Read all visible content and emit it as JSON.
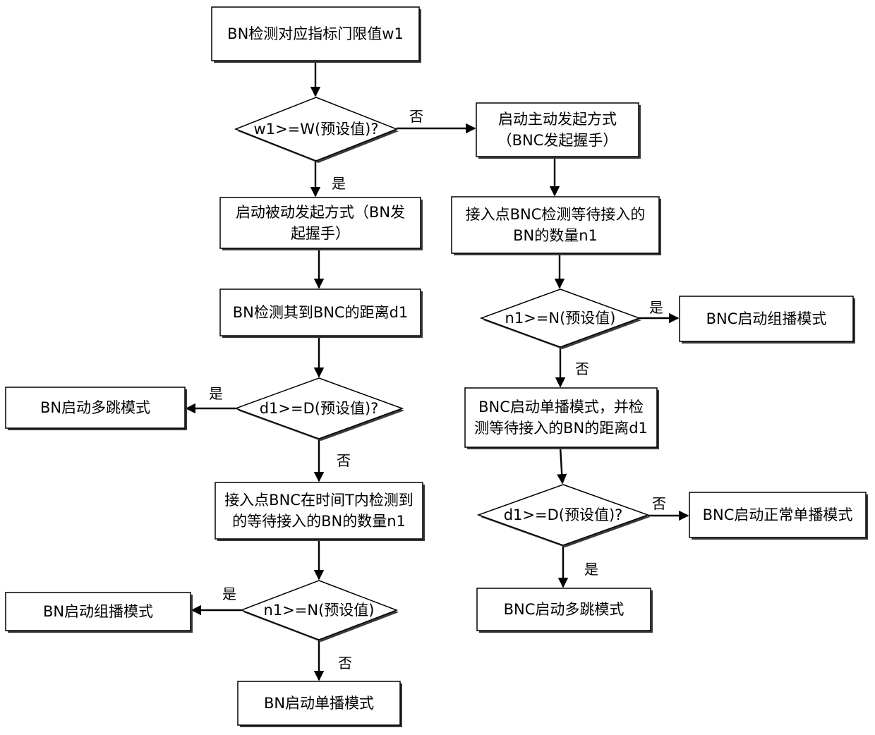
{
  "nodes": {
    "n1": {
      "type": "process",
      "lines": [
        "BN检测对应指标门限值w1"
      ]
    },
    "d1": {
      "type": "decision",
      "lines": [
        "w1>=W(预设值)?"
      ]
    },
    "p2": {
      "type": "process",
      "lines": [
        "启动被动发起方式（BN发",
        "起握手）"
      ]
    },
    "p3": {
      "type": "process",
      "lines": [
        "BN检测其到BNC的距离d1"
      ]
    },
    "d2": {
      "type": "decision",
      "lines": [
        "d1>=D(预设值)?"
      ]
    },
    "t1": {
      "type": "terminal",
      "lines": [
        "BN启动多跳模式"
      ]
    },
    "p4": {
      "type": "process",
      "lines": [
        "接入点BNC在时间T内检测到",
        "的等待接入的BN的数量n1"
      ]
    },
    "d3": {
      "type": "decision",
      "lines": [
        "n1>=N(预设值)"
      ]
    },
    "t2": {
      "type": "terminal",
      "lines": [
        "BN启动组播模式"
      ]
    },
    "t3": {
      "type": "terminal",
      "lines": [
        "BN启动单播模式"
      ]
    },
    "r1": {
      "type": "process",
      "lines": [
        "启动主动发起方式",
        "（BNC发起握手）"
      ]
    },
    "r2": {
      "type": "process",
      "lines": [
        "接入点BNC检测等待接入的",
        "BN的数量n1"
      ]
    },
    "rd1": {
      "type": "decision",
      "lines": [
        "n1>=N(预设值)"
      ]
    },
    "rt1": {
      "type": "terminal",
      "lines": [
        "BNC启动组播模式"
      ]
    },
    "r3": {
      "type": "process",
      "lines": [
        "BNC启动单播模式，并检",
        "测等待接入的BN的距离d1"
      ]
    },
    "rd2": {
      "type": "decision",
      "lines": [
        "d1>=D(预设值)?"
      ]
    },
    "rt2": {
      "type": "terminal",
      "lines": [
        "BNC启动正常单播模式"
      ]
    },
    "rt3": {
      "type": "terminal",
      "lines": [
        "BNC启动多跳模式"
      ]
    }
  },
  "edges": [
    {
      "from": "n1",
      "to": "d1",
      "label": ""
    },
    {
      "from": "d1",
      "to": "r1",
      "label": "否"
    },
    {
      "from": "d1",
      "to": "p2",
      "label": "是"
    },
    {
      "from": "p2",
      "to": "p3",
      "label": ""
    },
    {
      "from": "p3",
      "to": "d2",
      "label": ""
    },
    {
      "from": "d2",
      "to": "t1",
      "label": "是"
    },
    {
      "from": "d2",
      "to": "p4",
      "label": "否"
    },
    {
      "from": "p4",
      "to": "d3",
      "label": ""
    },
    {
      "from": "d3",
      "to": "t2",
      "label": "是"
    },
    {
      "from": "d3",
      "to": "t3",
      "label": "否"
    },
    {
      "from": "r1",
      "to": "r2",
      "label": ""
    },
    {
      "from": "r2",
      "to": "rd1",
      "label": ""
    },
    {
      "from": "rd1",
      "to": "rt1",
      "label": "是"
    },
    {
      "from": "rd1",
      "to": "r3",
      "label": "否"
    },
    {
      "from": "r3",
      "to": "rd2",
      "label": ""
    },
    {
      "from": "rd2",
      "to": "rt2",
      "label": "否"
    },
    {
      "from": "rd2",
      "to": "rt3",
      "label": "是"
    }
  ]
}
